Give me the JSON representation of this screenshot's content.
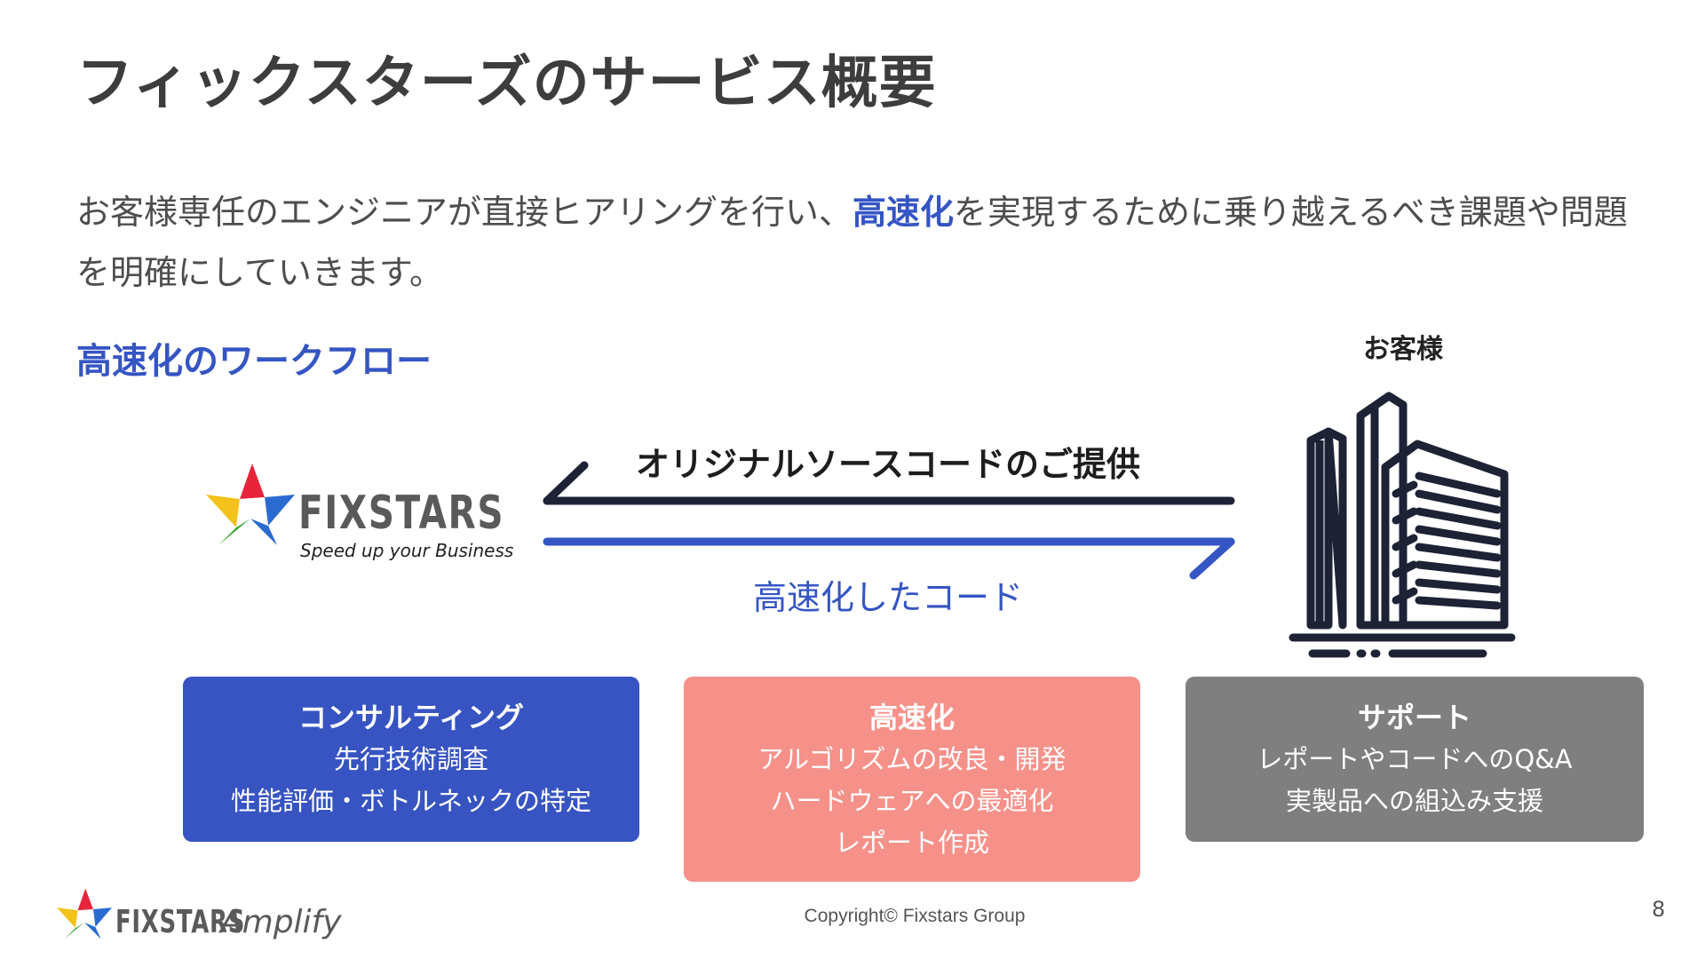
{
  "title": "フィックスターズのサービス概要",
  "intro": {
    "part1": "お客様専任のエンジニアが直接ヒアリングを行い、",
    "highlight": "高速化",
    "part2": "を実現するために乗り越えるべき課題や問題を明確にしていきます。"
  },
  "workflow_heading": "高速化のワークフロー",
  "customer_label": "お客様",
  "arrows": {
    "to_fixstars": "オリジナルソースコードのご提供",
    "to_customer": "高速化したコード"
  },
  "logo": {
    "wordmark": "FIXSTARS",
    "tagline": "Speed up your Business"
  },
  "cards": {
    "consulting": {
      "title": "コンサルティング",
      "lines": [
        "先行技術調査",
        "性能評価・ボトルネックの特定"
      ]
    },
    "speedup": {
      "title": "高速化",
      "lines": [
        "アルゴリズムの改良・開発",
        "ハードウェアへの最適化",
        "レポート作成"
      ]
    },
    "support": {
      "title": "サポート",
      "lines": [
        "レポートやコードへのQ&A",
        "実製品への組込み支援"
      ]
    }
  },
  "footer": {
    "logo_word": "FIXSTARS",
    "logo_suffix": "Amplify",
    "copyright": "Copyright© Fixstars Group",
    "page_number": "8"
  },
  "colors": {
    "accent_blue": "#3555c4",
    "arrow_dark": "#1e2235",
    "card_consulting": "#3754c2",
    "card_speedup": "#f6918a",
    "card_support": "#7f7f7f",
    "star_red": "#e8243a",
    "star_blue": "#2a6bd1",
    "star_green": "#3aa935",
    "star_yellow": "#f3c21b"
  },
  "icons": {
    "logo_star": "four-color-star-icon",
    "building": "office-building-icon"
  }
}
